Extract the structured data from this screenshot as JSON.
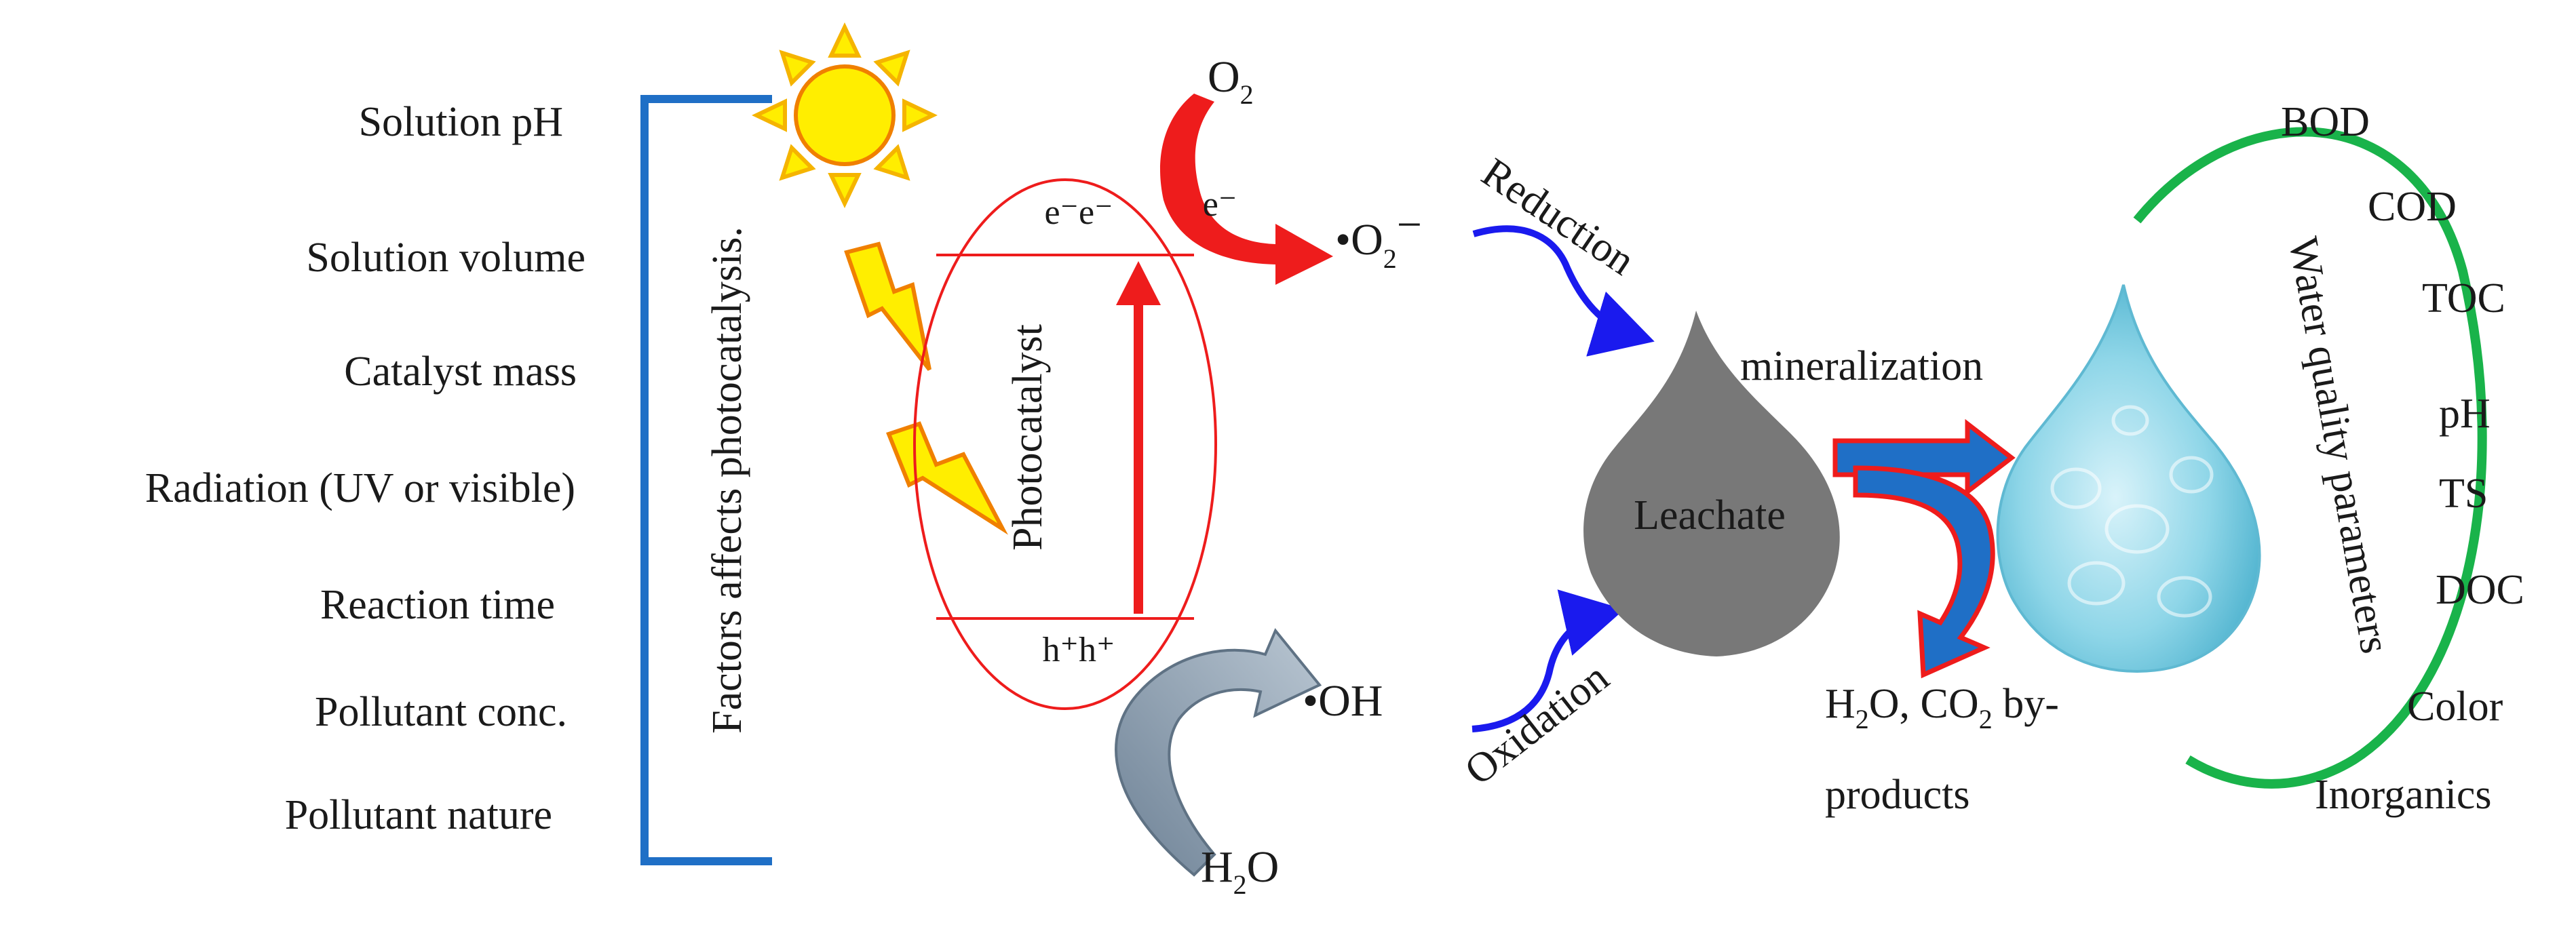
{
  "factors": [
    "Solution pH",
    "Solution volume",
    "Catalyst mass",
    "Radiation (UV or visible)",
    "Reaction time",
    "Pollutant conc.",
    "Pollutant nature"
  ],
  "factors_label": "Factors affects photocatalysis.",
  "photocatalyst": {
    "label": "Photocatalyst",
    "electrons": "e⁻e⁻",
    "holes": "h⁺h⁺"
  },
  "oxygen": {
    "o": "O",
    "sub": "2"
  },
  "electron": "e⁻",
  "superoxide": {
    "dot": "•",
    "o": "O",
    "sub": "2",
    "charge": "−"
  },
  "hydroxyl": "•OH",
  "water": {
    "h": "H",
    "sub": "2",
    "o": "O"
  },
  "reduction": "Reduction",
  "oxidation": "Oxidation",
  "mineralization": "mineralization",
  "leachate": "Leachate",
  "products": {
    "line1_a": "H",
    "line1_sub1": "2",
    "line1_b": "O, CO",
    "line1_sub2": "2",
    "line1_c": " by-",
    "line2": "products"
  },
  "water_quality_label": "Water quality parameters",
  "parameters": [
    "BOD",
    "COD",
    "TOC",
    "pH",
    "TS",
    "DOC",
    "Color",
    "Inorganics"
  ],
  "colors": {
    "bracket": "#1f6fc6",
    "green_arc": "#19b34a",
    "red": "#ee1c1c",
    "blue_arrow": "#1a1aee",
    "grey": "#777777",
    "grey_blue_arrow": "#8899aa",
    "water_drop": "#8fd6e8",
    "sun": "#ffee00",
    "sun_rays": "#f5b400"
  }
}
